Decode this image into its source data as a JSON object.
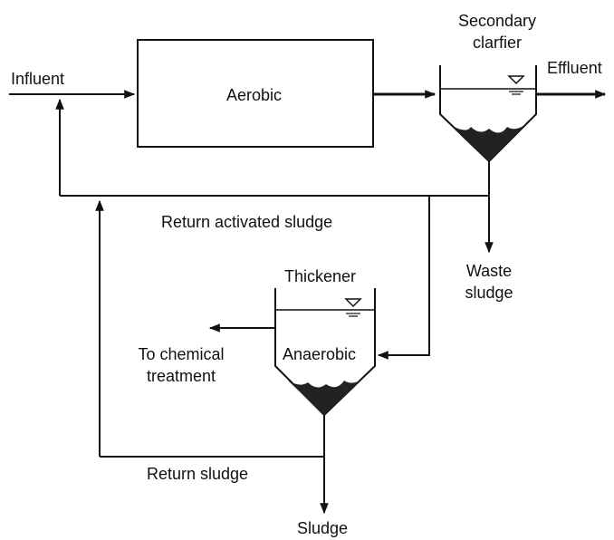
{
  "labels": {
    "influent": "Influent",
    "aerobic": "Aerobic",
    "secondary_clarifier_line1": "Secondary",
    "secondary_clarifier_line2": "clarfier",
    "effluent": "Effluent",
    "return_activated_sludge": "Return activated sludge",
    "waste_sludge_line1": "Waste",
    "waste_sludge_line2": "sludge",
    "thickener": "Thickener",
    "anaerobic": "Anaerobic",
    "to_chemical_line1": "To chemical",
    "to_chemical_line2": "treatment",
    "return_sludge": "Return sludge",
    "sludge": "Sludge"
  },
  "colors": {
    "line": "#111111",
    "sludge": "#222222"
  }
}
